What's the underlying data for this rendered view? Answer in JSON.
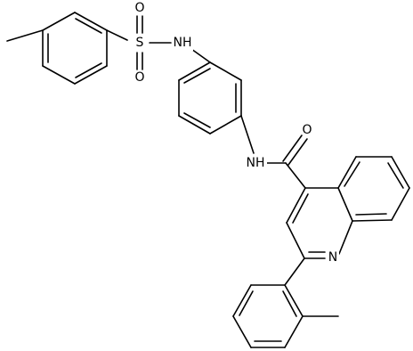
{
  "molecule": {
    "atom_labels": {
      "sulfonamide_nh": "NH",
      "sulfur": "S",
      "sulfonyl_o_top": "O",
      "sulfonyl_o_bottom": "O",
      "amide_nh": "NH",
      "carbonyl_o": "O",
      "quinoline_n": "N"
    },
    "colors": {
      "bonds": "#000000",
      "labels": "#000000",
      "background": "#ffffff"
    }
  }
}
